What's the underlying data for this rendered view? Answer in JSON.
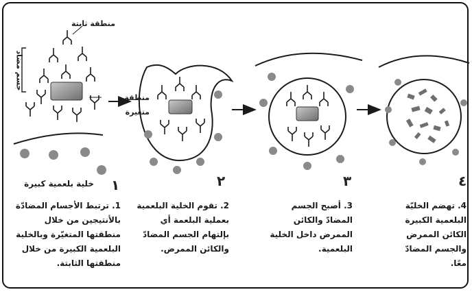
{
  "labels": {
    "fixed_region": "منطقة ثابتة",
    "variable_region": "منطقة متغيرة",
    "antibody": "جسم مضاد",
    "phagocyte": "خلية بلعمية كبيرة"
  },
  "steps": [
    {
      "number": "١",
      "text": "1. ترتبط الأجسام المضادّة بالأنتيجين من خلال منطقتها المتغيّرة وبالخلية البلعمية الكبيرة من خلال منطقتها الثابتة."
    },
    {
      "number": "٢",
      "text": "2. تقوم الخلية البلعمية بعملية البلعمة أي بإلتهام الجسم المضادّ والكائن الممرض."
    },
    {
      "number": "٣",
      "text": "3. أصبح الجسم المضادّ والكائن الممرض داخل الخلية البلعمية."
    },
    {
      "number": "٤",
      "text": "4. تهضم الخليّة البلعمية الكبيرة الكائن الممرض والجسم المضادّ معًا."
    }
  ],
  "colors": {
    "ink": "#1b1b1b",
    "dot": "#8a8a8a",
    "pathogen": "#9a9a9a"
  },
  "icons": {
    "arrow": "right-arrow-icon"
  }
}
